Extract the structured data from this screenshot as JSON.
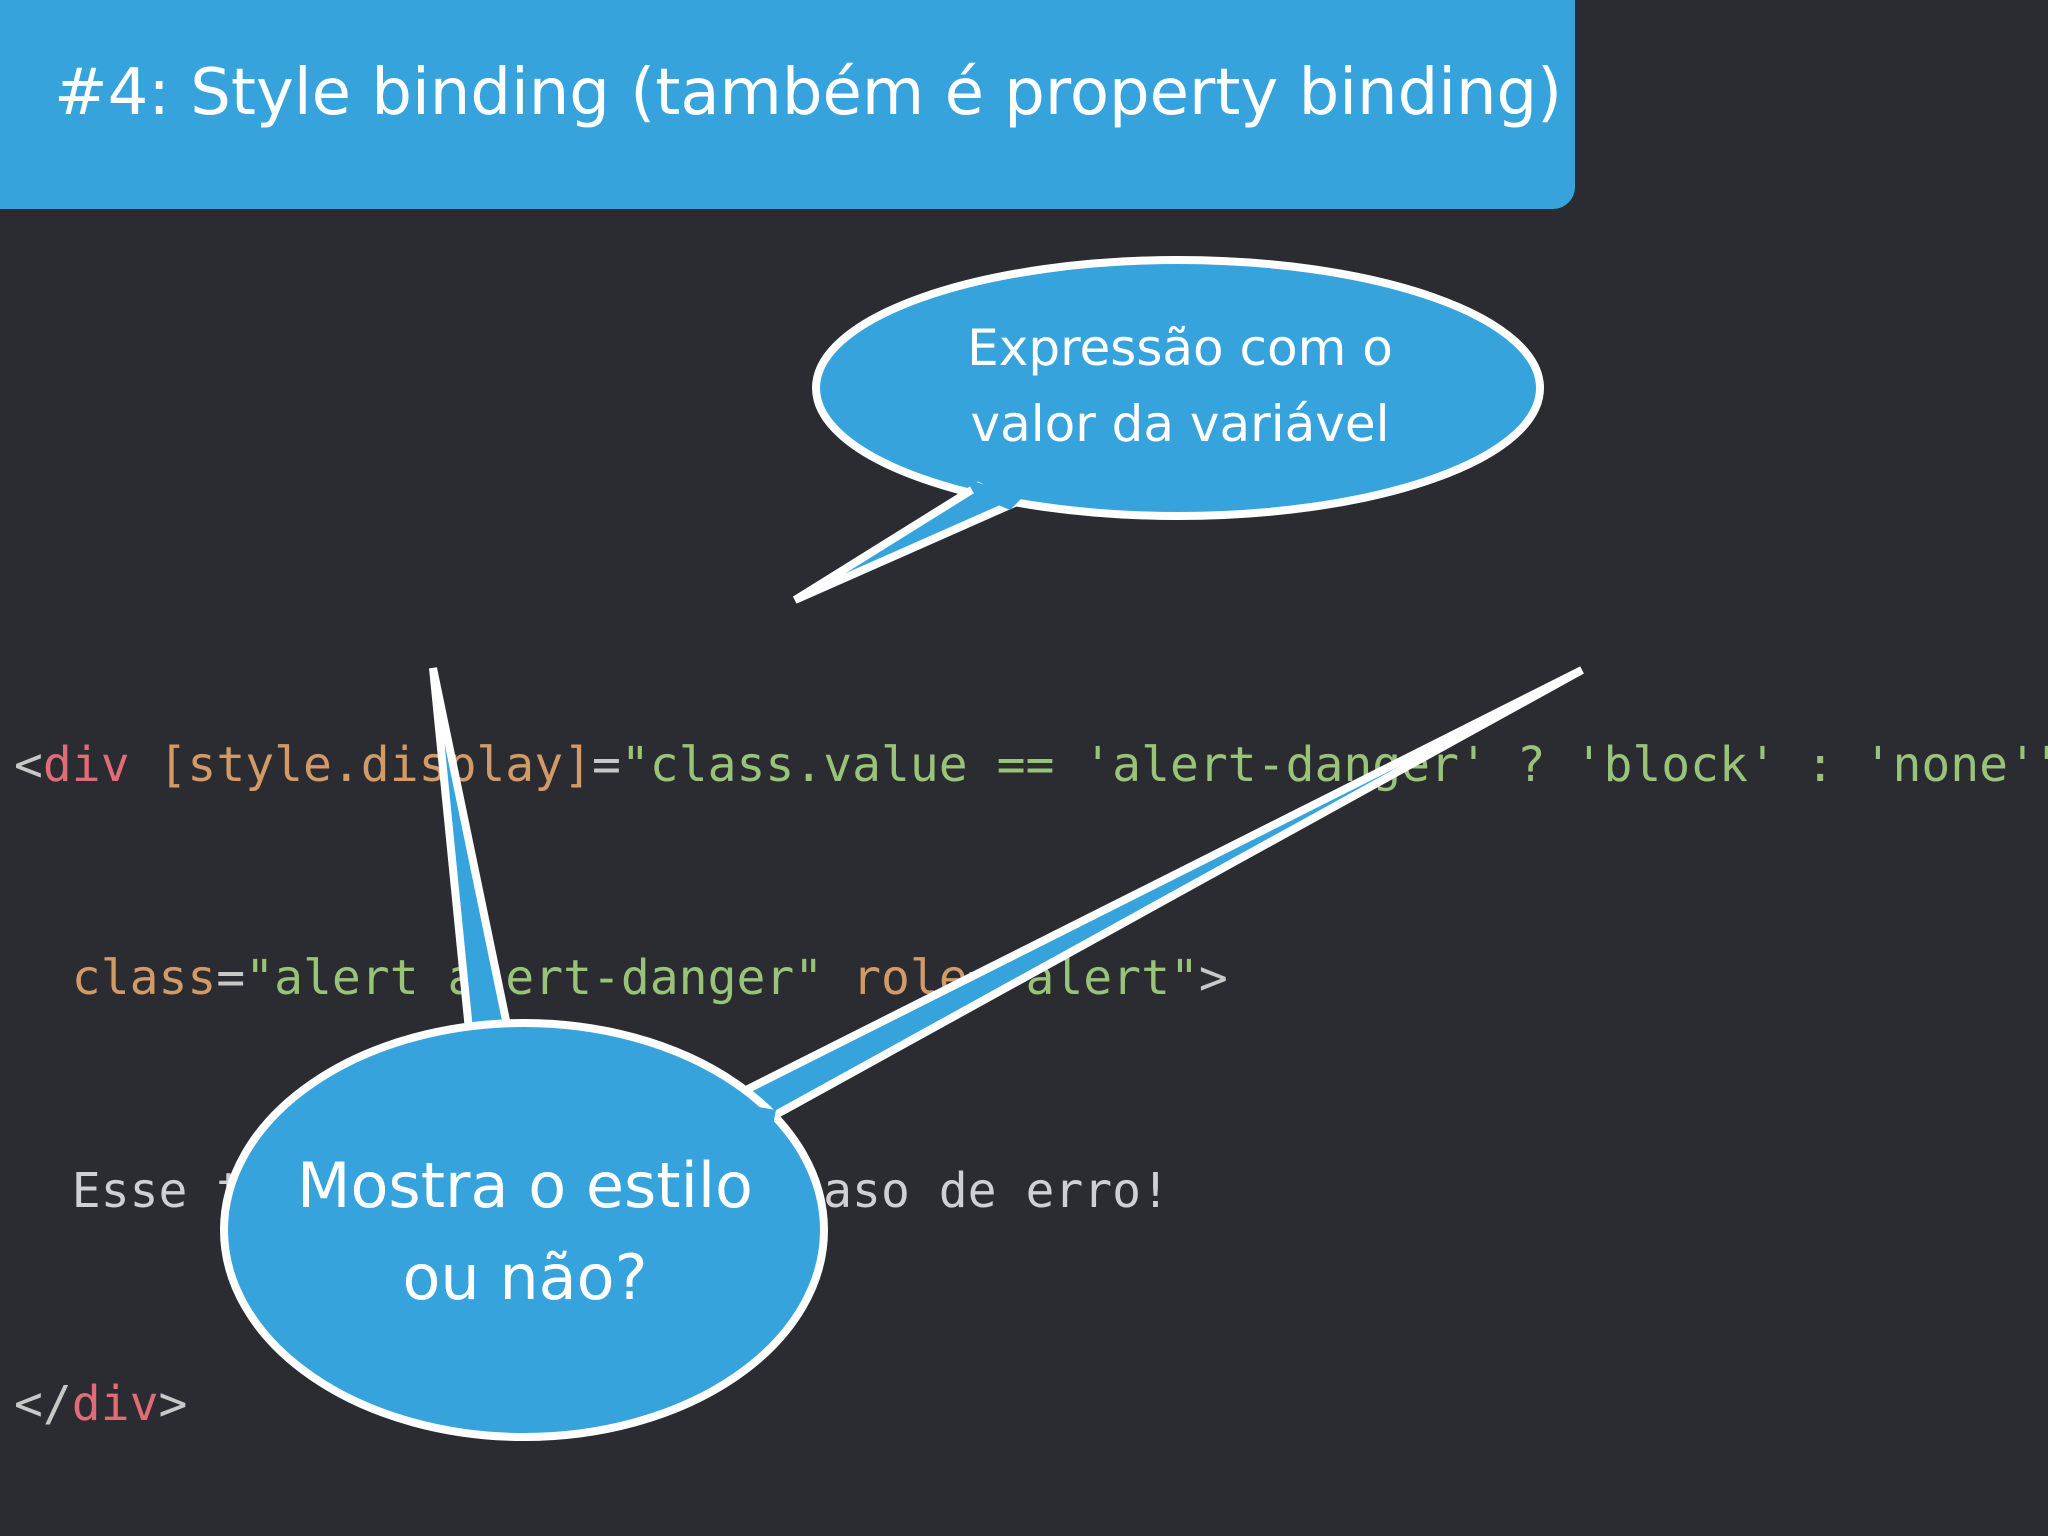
{
  "slide": {
    "title": "#4: Style binding (também é property binding)"
  },
  "code": {
    "line1": {
      "open_bracket": "<",
      "tag": "div",
      "space1": " ",
      "attr": "[style.display]",
      "equals": "=",
      "value": "\"class.value == 'alert-danger' ? 'block' : 'none'\""
    },
    "line2": {
      "indent": "  ",
      "attr1": "class",
      "equals1": "=",
      "value1": "\"alert alert-danger\"",
      "space": " ",
      "attr2": "role",
      "equals2": "=",
      "value2": "\"alert\"",
      "close_bracket": ">"
    },
    "line3": {
      "indent": "  ",
      "text": "Esse texto só aparece em caso de erro!"
    },
    "line4": {
      "open_bracket": "</",
      "tag": "div",
      "close_bracket": ">"
    }
  },
  "callouts": {
    "top": {
      "line1": "Expressão com o",
      "line2": "valor da variável"
    },
    "bottom": {
      "line1": "Mostra o estilo",
      "line2": "ou não?"
    }
  },
  "colors": {
    "background": "#2b2b32",
    "accent": "#36a3dd",
    "tag": "#e06c75",
    "attr": "#d19a66",
    "string": "#98c379",
    "text": "#cfcfd4"
  }
}
